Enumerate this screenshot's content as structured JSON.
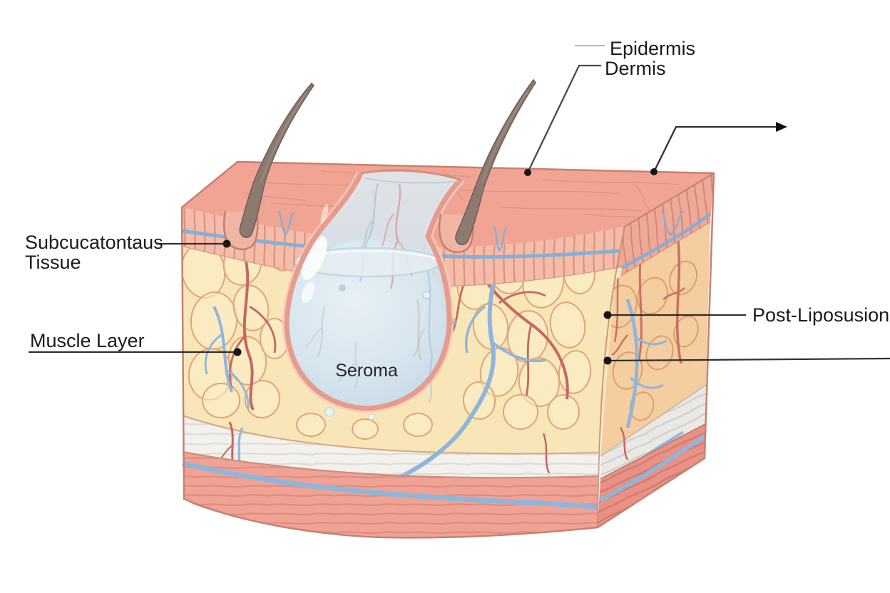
{
  "figure": {
    "labels": {
      "epidermis": "Epidermis",
      "dermis": "Dermis",
      "subcutaneous_1": "Subcucatontaus",
      "subcutaneous_2": "Tissue",
      "muscle": "Muscle Layer",
      "seroma": "Seroma",
      "post_liposuction": "Post-Liposusion"
    },
    "colors": {
      "background": "#ffffff",
      "epidermis_surface": "#F1A493",
      "epidermis_edge": "#EDA18E",
      "dermis": "#F6BCAA",
      "dermis_side": "#F0A897",
      "fat": "#F9E6B8",
      "fat_side": "#F4CDA0",
      "fascia": "#F2F1ED",
      "fascia_side": "#E9E8E4",
      "muscle": "#F0A295",
      "muscle_side": "#E89184",
      "seroma_fluid": "#D7E3EC",
      "seroma_rim": "#E79B8B",
      "vessel_blue": "#8FB6DA",
      "vessel_red": "#C4685E",
      "hair": "#8C7A70",
      "block_outline": "#C5826E",
      "label_text": "#1B1B1B",
      "leader_line": "#333333"
    }
  }
}
